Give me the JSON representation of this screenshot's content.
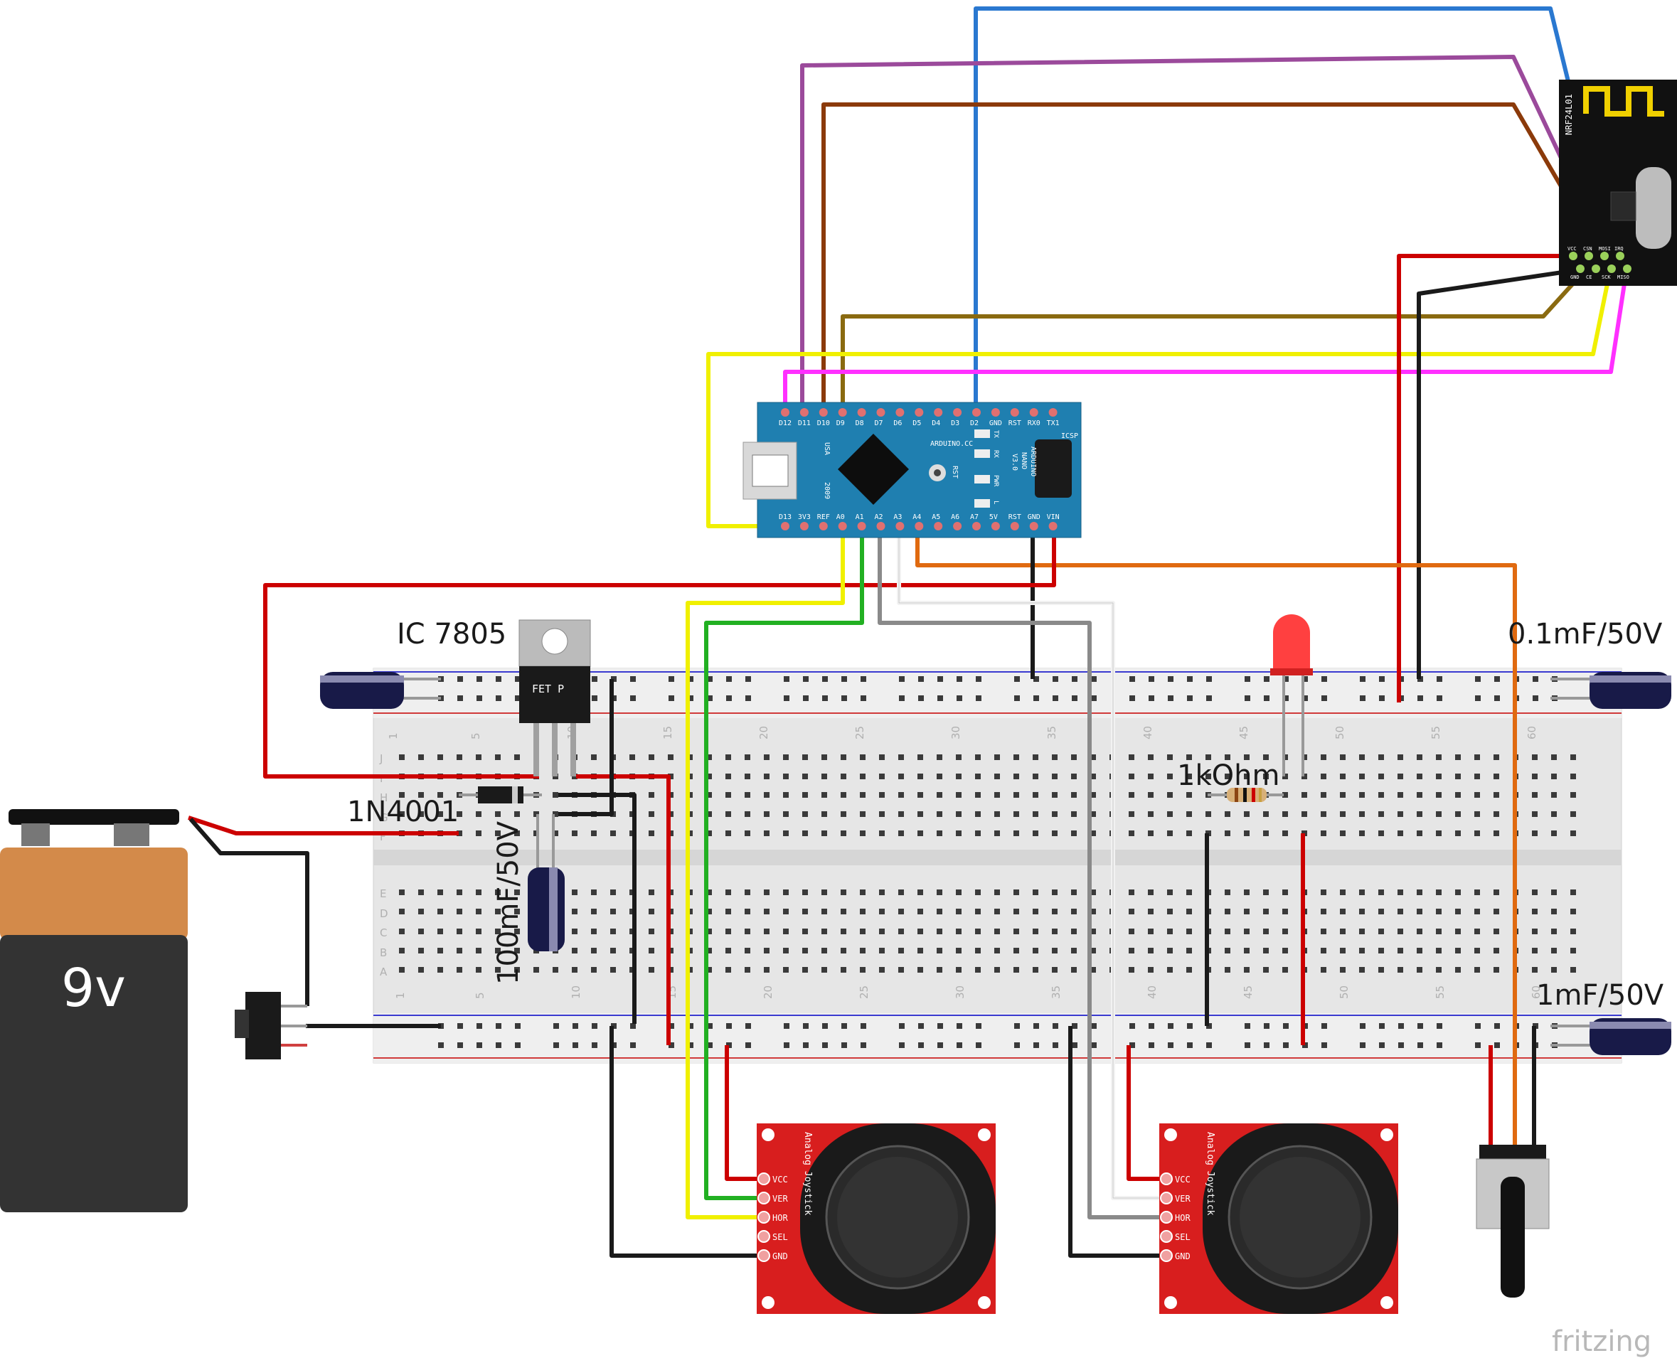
{
  "labels": {
    "regulator": "IC 7805",
    "diode": "1N4001",
    "cap_reg": "100mF/50V",
    "resistor": "1kOhm",
    "cap_top": "0.1mF/50V",
    "cap_bottom": "1mF/50V",
    "battery": "9v",
    "brand": "fritzing"
  },
  "regulator_marking": "FET P",
  "arduino": {
    "top_pins": [
      "D12",
      "D11",
      "D10",
      "D9",
      "D8",
      "D7",
      "D6",
      "D5",
      "D4",
      "D3",
      "D2",
      "GND",
      "RST",
      "RX0",
      "TX1"
    ],
    "bottom_pins": [
      "D13",
      "3V3",
      "REF",
      "A0",
      "A1",
      "A2",
      "A3",
      "A4",
      "A5",
      "A6",
      "A7",
      "5V",
      "RST",
      "GND",
      "VIN"
    ],
    "usb_label": "USA",
    "year_label": "2009",
    "maker_label": "ARDUINO.CC",
    "model_label": [
      "ARDUINO",
      "NANO",
      "V3.0"
    ],
    "icsp_label": "ICSP",
    "led_labels": [
      "TX",
      "RX",
      "PWR",
      "L"
    ],
    "rst_label": "RST"
  },
  "nrf": {
    "model_label": "NRF24L01",
    "pin_labels_top": [
      "VCC",
      "CSN",
      "MOSI",
      "IRQ"
    ],
    "pin_labels_bottom": [
      "GND",
      "CE",
      "SCK",
      "MISO"
    ]
  },
  "joystick": {
    "title": "Analog Joystick",
    "pins": [
      "VCC",
      "VER",
      "HOR",
      "SEL",
      "GND"
    ]
  },
  "breadboard": {
    "column_numbers_top": [
      "1",
      "5",
      "10",
      "15",
      "20",
      "25",
      "30",
      "35",
      "40",
      "45",
      "50",
      "55",
      "60"
    ],
    "column_numbers_bottom": [
      "1",
      "5",
      "10",
      "15",
      "20",
      "25",
      "30",
      "35",
      "40",
      "45",
      "50",
      "55",
      "60"
    ],
    "row_letters_top": [
      "J",
      "I",
      "H",
      "G",
      "F"
    ],
    "row_letters_bottom": [
      "E",
      "D",
      "C",
      "B",
      "A"
    ]
  },
  "colors": {
    "wire_red": "#cc0000",
    "wire_black": "#1a1a1a",
    "wire_yellow": "#f0f000",
    "wire_green": "#22b022",
    "wire_gray": "#8a8a8a",
    "wire_white": "#f2f2f2",
    "wire_orange": "#e06a10",
    "wire_blue": "#2a78d0",
    "wire_purple": "#9b4a9b",
    "wire_brown": "#8b3a0a",
    "wire_olive": "#8a6a10",
    "wire_magenta": "#ff30ff",
    "arduino_board": "#1f7fb0",
    "nrf_board": "#111111",
    "joystick_board": "#d81e1e",
    "breadboard": "#e8e8e8",
    "battery_top": "#d38a4a",
    "battery_body": "#333333"
  }
}
